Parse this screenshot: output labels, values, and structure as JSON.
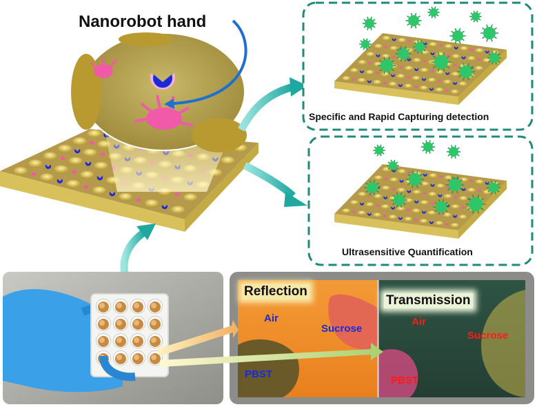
{
  "labels": {
    "title": "Nanorobot hand",
    "capture_caption": "Specific and Rapid Capturing detection",
    "quant_caption": "Ultrasensitive Quantification",
    "reflection": "Reflection",
    "transmission": "Transmission",
    "air_reflection": "Air",
    "sucrose_reflection": "Sucrose",
    "pbst_reflection": "PBST",
    "air_transmission": "Air",
    "sucrose_transmission": "Sucrose",
    "pbst_transmission": "PBST"
  },
  "colors": {
    "arrow": "#2ab8b0",
    "panel_border": "#1f8a7c",
    "chip_top": "#b49a4a",
    "chip_side": "#d8c05a",
    "antibody": "#1a2ad8",
    "cell": "#f05aa8",
    "virus": "#2fc66a",
    "reflection_bg": "#ee8a2a",
    "transmission_bg": "#2b4a3a",
    "photo_frame": "#9b9b95",
    "glove": "#3aa0e8",
    "label_blue": "#1a2ad8",
    "label_red": "#ff1a1a"
  },
  "icons": [
    "virus-icon",
    "antibody-icon",
    "cell-icon",
    "glove-icon"
  ]
}
